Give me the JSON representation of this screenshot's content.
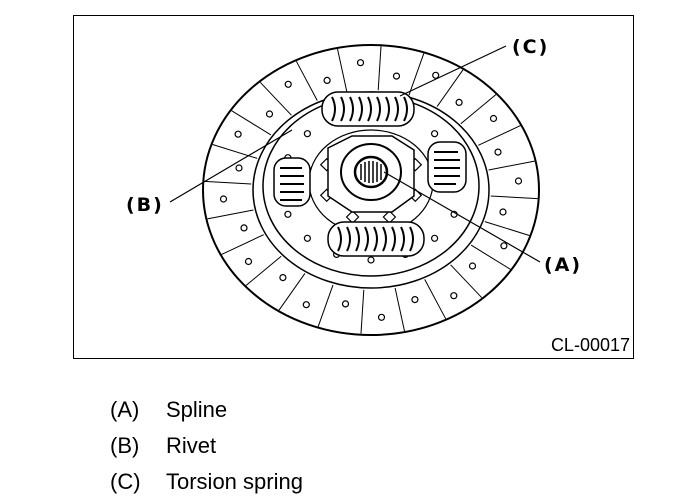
{
  "figure": {
    "code": "CL-00017",
    "callouts": {
      "a": "(A)",
      "b": "(B)",
      "c": "(C)"
    }
  },
  "legend": [
    {
      "code": "(A)",
      "label": "Spline"
    },
    {
      "code": "(B)",
      "label": "Rivet"
    },
    {
      "code": "(C)",
      "label": "Torsion spring"
    }
  ],
  "colors": {
    "line": "#000000",
    "background": "#ffffff"
  }
}
